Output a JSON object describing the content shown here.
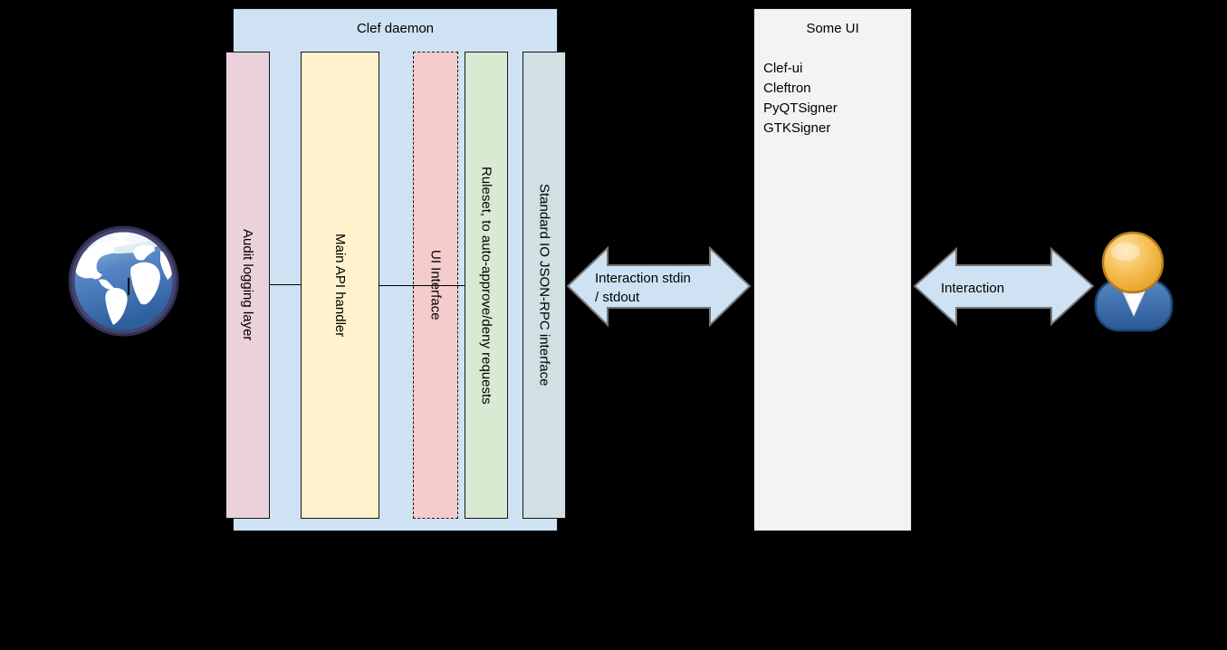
{
  "diagram": {
    "background": "#000000",
    "clef_daemon": {
      "title": "Clef daemon",
      "fill": "#cfe2f3",
      "layers": [
        {
          "label": "Audit logging layer",
          "fill": "#ead1dc",
          "border_style": "solid"
        },
        {
          "label": "Main API handler",
          "fill": "#fff2cc",
          "border_style": "solid"
        },
        {
          "label": "UI Interface",
          "fill": "#f4cccc",
          "border_style": "dashed"
        },
        {
          "label": "Ruleset, to auto-approve/deny requests",
          "fill": "#d9ead3",
          "border_style": "solid"
        },
        {
          "label": "Standard IO JSON-RPC interface",
          "fill": "#d0e0e3",
          "border_style": "solid"
        }
      ]
    },
    "some_ui": {
      "title": "Some UI",
      "fill": "#f3f3f3",
      "items": [
        "Clef-ui",
        "Cleftron",
        "PyQTSigner",
        "GTKSigner"
      ]
    },
    "connectors": {
      "stdio_arrow": {
        "line1": "Interaction stdin",
        "line2": "/ stdout",
        "fill": "#cfe2f3",
        "stroke": "#767676"
      },
      "user_arrow": {
        "label": "Interaction",
        "fill": "#cfe2f3",
        "stroke": "#767676"
      }
    },
    "icons": {
      "globe": "globe-icon",
      "user": "person-icon"
    }
  }
}
